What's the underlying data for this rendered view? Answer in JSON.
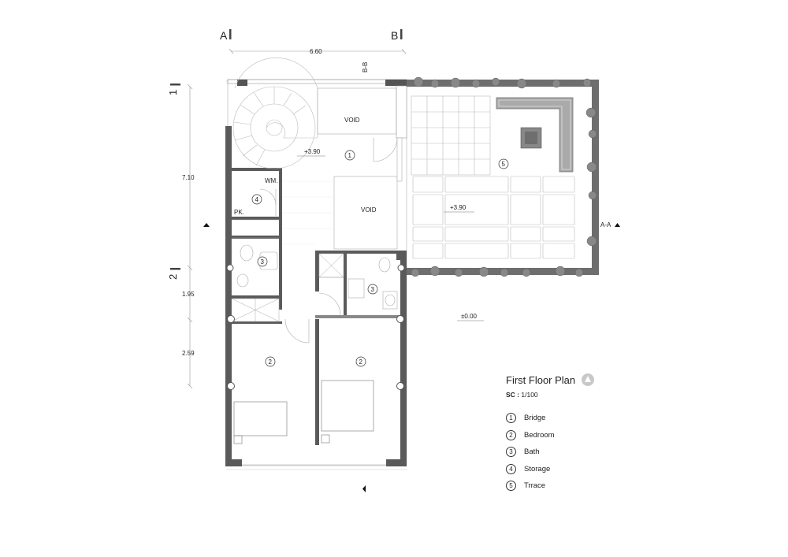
{
  "section_marks": {
    "a": "A",
    "b": "B",
    "one": "1",
    "two": "2",
    "aa": "A-A",
    "bb": "B-B"
  },
  "dimensions": {
    "width_top": "6.60",
    "h1": "7.10",
    "h2": "1.95",
    "h3": "2.59"
  },
  "rooms": {
    "void1": "VOID",
    "void2": "VOID",
    "level_bridge": "+3.90",
    "level_terrace": "+3.90",
    "level_ground": "±0.00",
    "wm": "WM.",
    "pk": "PK.",
    "tag_bridge": "1",
    "tag_storage": "4",
    "tag_bath_a": "3",
    "tag_bath_b": "3",
    "tag_bed_a": "2",
    "tag_bed_b": "2",
    "tag_terrace": "5"
  },
  "legend": {
    "title": "First Floor Plan",
    "scale_label": "SC :",
    "scale_value": "1/100",
    "items": [
      {
        "num": "1",
        "label": "Bridge"
      },
      {
        "num": "2",
        "label": "Bedroom"
      },
      {
        "num": "3",
        "label": "Bath"
      },
      {
        "num": "4",
        "label": "Storage"
      },
      {
        "num": "5",
        "label": "Trrace"
      }
    ]
  },
  "colors": {
    "wall": "#5a5a5a",
    "hedge": "#6e6e6e",
    "line": "#8a8a8a"
  }
}
